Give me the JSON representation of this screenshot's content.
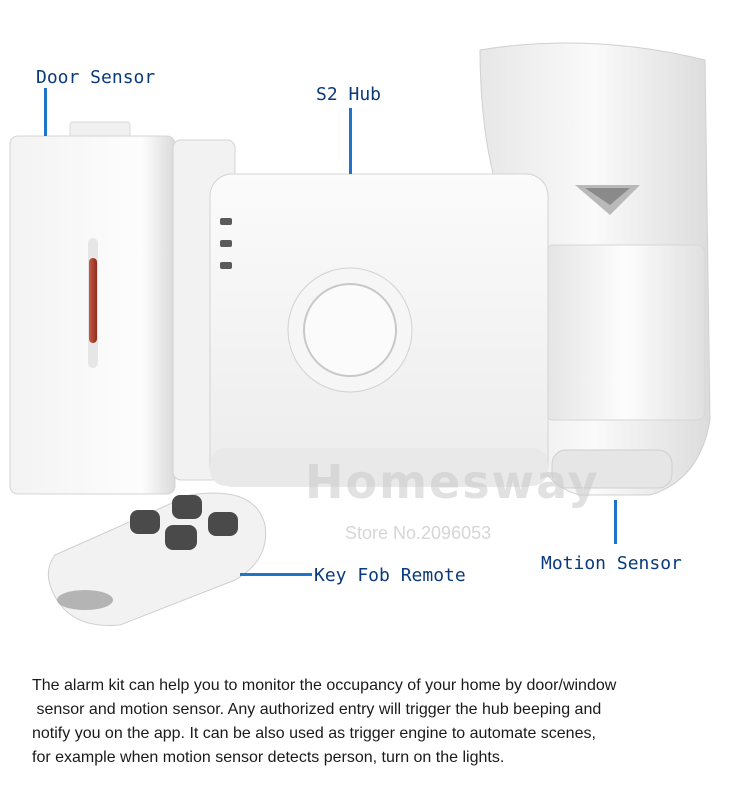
{
  "labels": {
    "door_sensor": "Door Sensor",
    "hub": "S2 Hub",
    "motion_sensor": "Motion Sensor",
    "key_fob": "Key Fob Remote"
  },
  "watermark": {
    "brand": "Homesway",
    "store": "Store No.2096053"
  },
  "description": {
    "lines": [
      "The alarm kit can help you to monitor the occupancy of your home by door/window",
      " sensor and motion sensor. Any authorized entry will trigger the hub beeping and",
      "notify you on the app. It can be also used as trigger engine to automate scenes,",
      "for example when motion sensor detects person, turn on the lights."
    ]
  },
  "colors": {
    "label_text": "#0a3a7a",
    "pointer_line": "#1e74c8",
    "device_white": "#f4f4f4",
    "indicator_red": "#a23b2a"
  }
}
